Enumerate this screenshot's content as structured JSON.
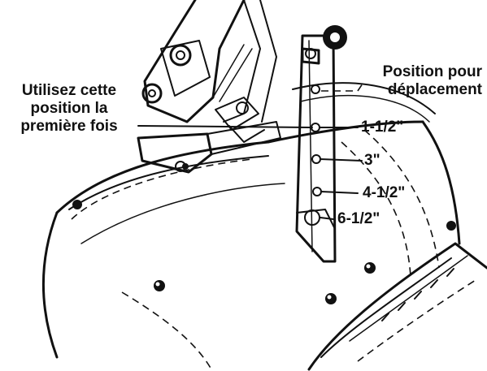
{
  "callouts": {
    "first_use": {
      "line1": "Utilisez cette",
      "line2": "position la",
      "line3": "première fois"
    },
    "transport": {
      "line1": "Position pour",
      "line2": "déplacement"
    },
    "depth_positions": [
      "1-1/2\"",
      "3\"",
      "4-1/2\"",
      "6-1/2\""
    ]
  },
  "colors": {
    "ink": "#111111",
    "background": "#ffffff"
  }
}
